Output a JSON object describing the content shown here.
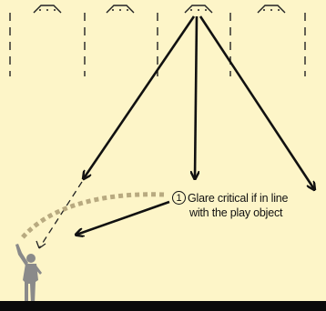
{
  "note": {
    "number": "1",
    "line1": "Glare critical if in line",
    "line2": "with the play object"
  },
  "colors": {
    "background": "#fdf5c8",
    "lines": "#111111",
    "trajectory": "#b8aa80",
    "figure": "#8a8a8a",
    "floor": "#0a0a0a"
  },
  "icons": {
    "light": "floodlight-icon",
    "player": "player-silhouette-icon"
  }
}
